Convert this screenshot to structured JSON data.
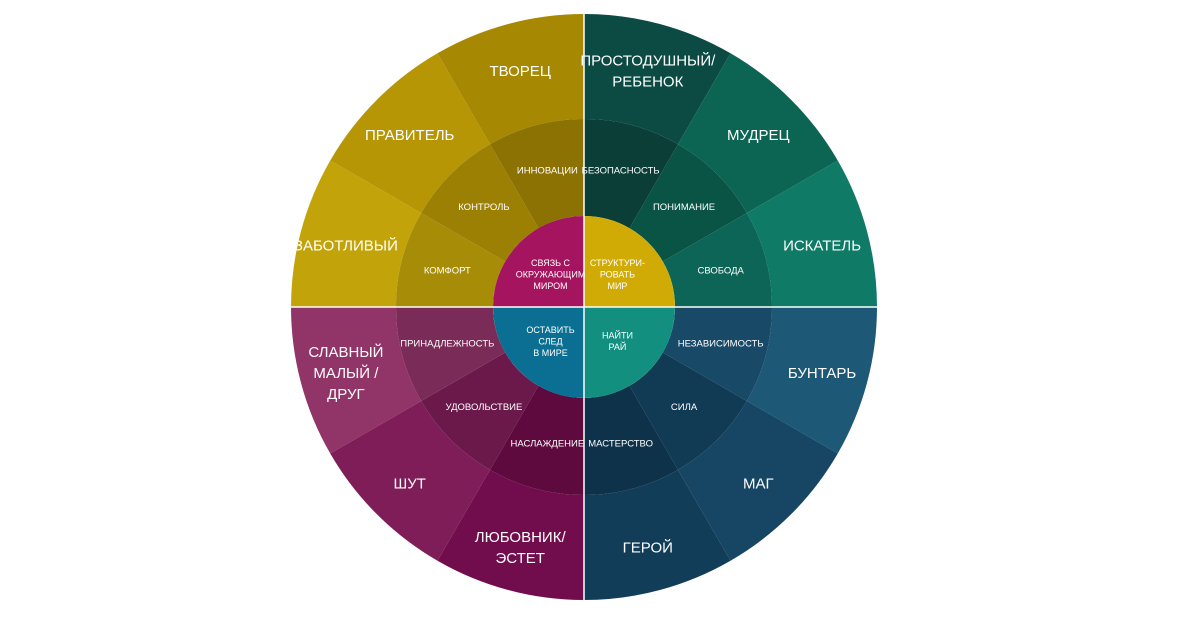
{
  "cores": [
    {
      "lines": [
        "СТРУКТУРИ-",
        "РОВАТЬ",
        "МИР"
      ],
      "color": "#d1ab05"
    },
    {
      "lines": [
        "НАЙТИ",
        "РАЙ"
      ],
      "color": "#138f80"
    },
    {
      "lines": [
        "ОСТАВИТЬ",
        "СЛЕД",
        "В МИРЕ"
      ],
      "color": "#0a6f92"
    },
    {
      "lines": [
        "СВЯЗЬ С",
        "ОКРУЖАЮЩИМ",
        "МИРОМ"
      ],
      "color": "#a4145f"
    }
  ],
  "segments": [
    {
      "outer": [
        "ПРОСТОДУШНЫЙ/",
        "РЕБЕНОК"
      ],
      "middle": "БЕЗОПАСНОСТЬ",
      "outer_color": "#0b4b43",
      "middle_color": "#0a3e37"
    },
    {
      "outer": [
        "МУДРЕЦ"
      ],
      "middle": "ПОНИМАНИЕ",
      "outer_color": "#0c6553",
      "middle_color": "#0a5446"
    },
    {
      "outer": [
        "ИСКАТЕЛЬ"
      ],
      "middle": "СВОБОДА",
      "outer_color": "#0f7a66",
      "middle_color": "#0c6556"
    },
    {
      "outer": [
        "БУНТАРЬ"
      ],
      "middle": "НЕЗАВИСИМОСТЬ",
      "outer_color": "#1e5877",
      "middle_color": "#184967"
    },
    {
      "outer": [
        "МАГ"
      ],
      "middle": "СИЛА",
      "outer_color": "#174664",
      "middle_color": "#113a55"
    },
    {
      "outer": [
        "ГЕРОЙ"
      ],
      "middle": "МАСТЕРСТВО",
      "outer_color": "#123d58",
      "middle_color": "#0e324a"
    },
    {
      "outer": [
        "ЛЮБОВНИК/",
        "ЭСТЕТ"
      ],
      "middle": "НАСЛАЖДЕНИЕ",
      "outer_color": "#710d4c",
      "middle_color": "#5e0a3f"
    },
    {
      "outer": [
        "ШУТ"
      ],
      "middle": "УДОВОЛЬСТВИЕ",
      "outer_color": "#7f1d58",
      "middle_color": "#6b184b"
    },
    {
      "outer": [
        "СЛАВНЫЙ",
        "МАЛЫЙ /",
        "ДРУГ"
      ],
      "middle": "ПРИНАДЛЕЖНОСТЬ",
      "outer_color": "#913467",
      "middle_color": "#7a2b57"
    },
    {
      "outer": [
        "ЗАБОТЛИВЫЙ"
      ],
      "middle": "КОМФОРТ",
      "outer_color": "#c2a40a",
      "middle_color": "#a68c07"
    },
    {
      "outer": [
        "ПРАВИТЕЛЬ"
      ],
      "middle": "КОНТРОЛЬ",
      "outer_color": "#b69605",
      "middle_color": "#9b8004"
    },
    {
      "outer": [
        "ТВОРЕЦ"
      ],
      "middle": "ИННОВАЦИИ",
      "outer_color": "#a78802",
      "middle_color": "#8c7203"
    }
  ]
}
